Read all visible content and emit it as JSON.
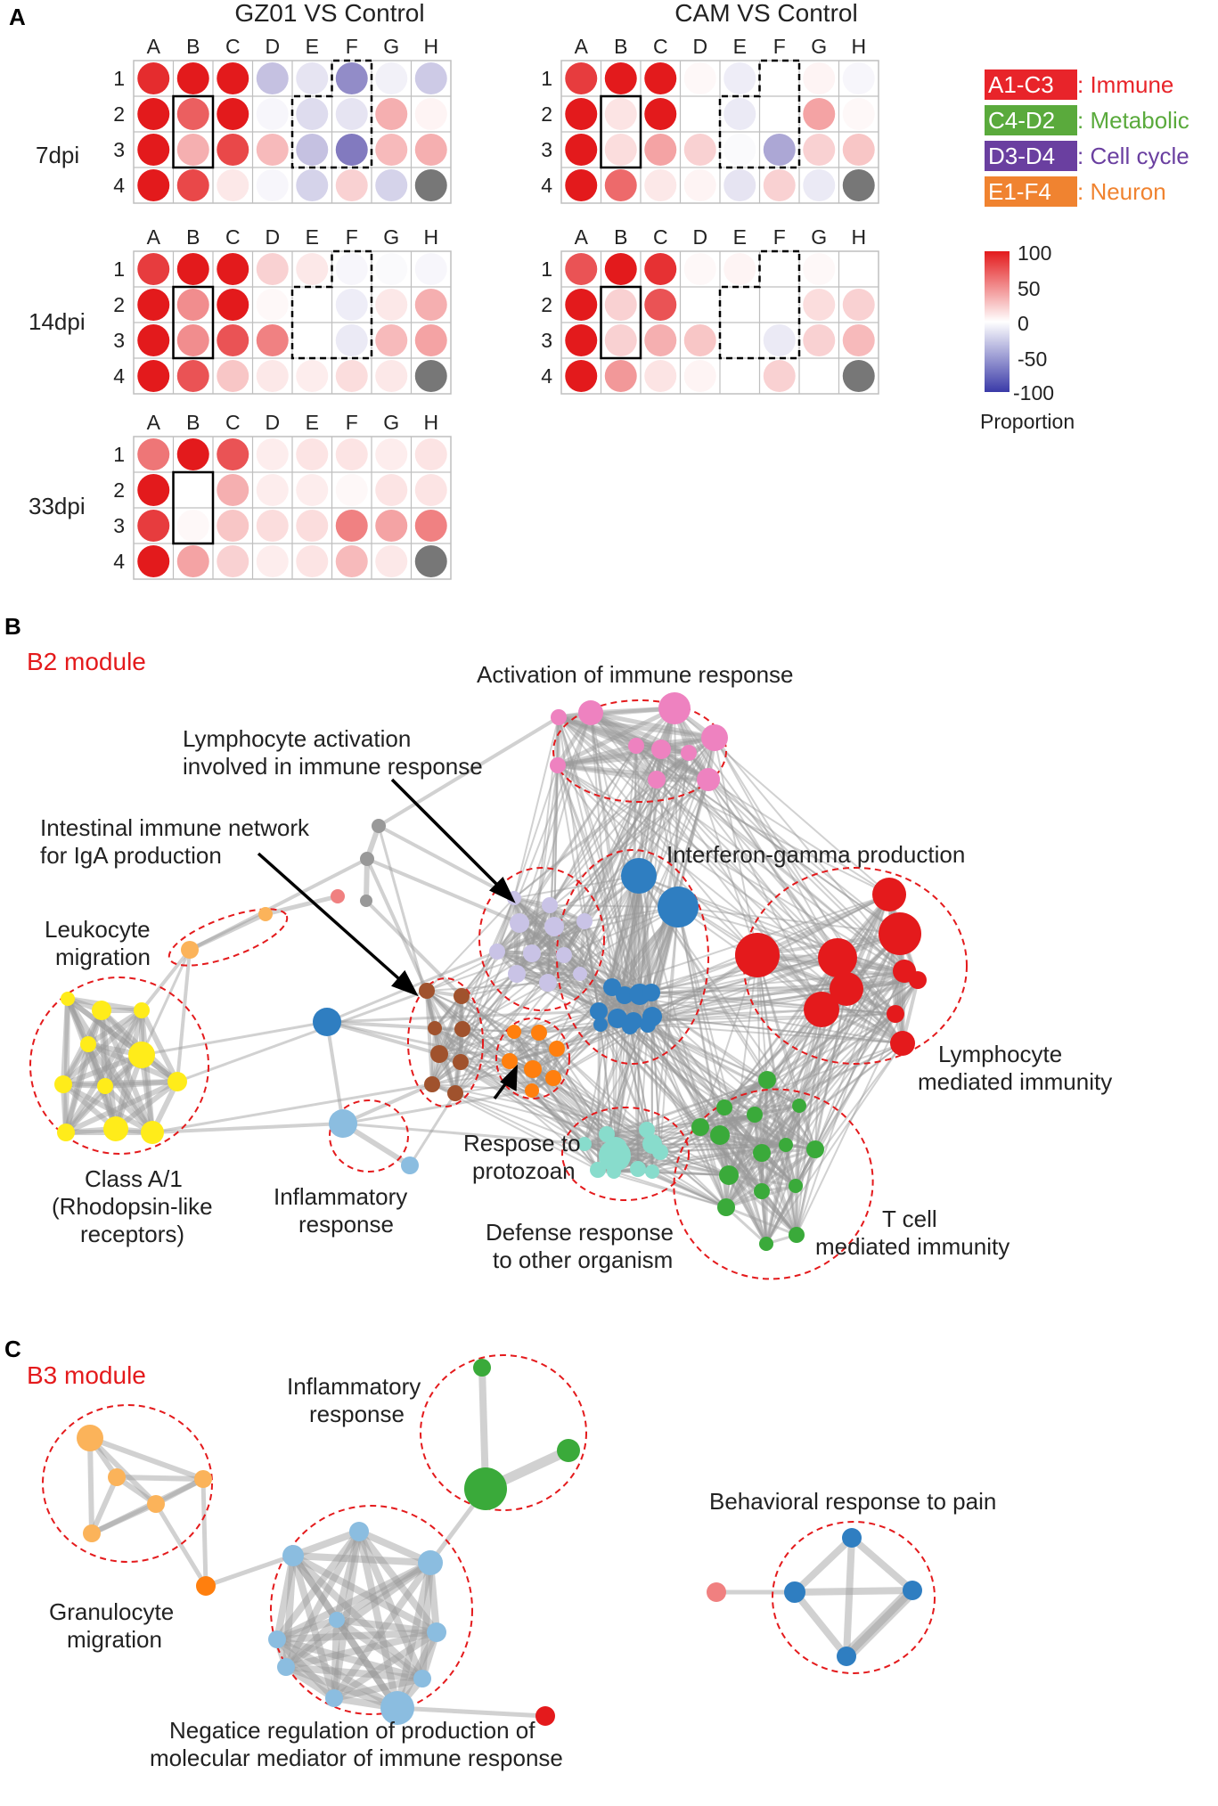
{
  "panels": {
    "a": "A",
    "b": "B",
    "c": "C"
  },
  "heatmap": {
    "gz_title": "GZ01 VS Control",
    "cam_title": "CAM VS Control",
    "columns": [
      "A",
      "B",
      "C",
      "D",
      "E",
      "F",
      "G",
      "H"
    ],
    "rows": [
      "1",
      "2",
      "3",
      "4"
    ],
    "times": [
      "7dpi",
      "14dpi",
      "33dpi"
    ],
    "colorbar": {
      "ticks": [
        "100",
        "50",
        "0",
        "-50",
        "-100"
      ],
      "title": "Proportion",
      "max_color": "#e31a1c",
      "zero_color": "#ffffff",
      "min_color": "#3a3aa8"
    },
    "legend": [
      {
        "label": "A1-C3",
        "text": ": Immune",
        "color": "#e8242a"
      },
      {
        "label": "C4-D2",
        "text": ": Metabolic",
        "color": "#5aaa3c"
      },
      {
        "label": "D3-D4",
        "text": ": Cell cycle",
        "color": "#6a3fa0"
      },
      {
        "label": "E1-F4",
        "text": ": Neuron",
        "color": "#f08330"
      }
    ],
    "missing_color": "#777777",
    "grids": [
      {
        "time": "7dpi",
        "comparison": "GZ01",
        "values": [
          [
            92,
            100,
            100,
            -35,
            -15,
            -65,
            -8,
            -30
          ],
          [
            100,
            70,
            100,
            -5,
            -20,
            -15,
            35,
            5
          ],
          [
            100,
            35,
            80,
            30,
            -35,
            -75,
            30,
            35
          ],
          [
            100,
            80,
            10,
            -5,
            -25,
            20,
            -25,
            null
          ]
        ]
      },
      {
        "time": "7dpi",
        "comparison": "CAM",
        "values": [
          [
            85,
            100,
            100,
            3,
            -10,
            0,
            5,
            -5
          ],
          [
            100,
            12,
            100,
            0,
            -12,
            0,
            40,
            3
          ],
          [
            100,
            15,
            40,
            20,
            -3,
            -50,
            20,
            25
          ],
          [
            100,
            65,
            10,
            5,
            -15,
            20,
            -12,
            null
          ]
        ]
      },
      {
        "time": "14dpi",
        "comparison": "GZ01",
        "values": [
          [
            85,
            100,
            100,
            20,
            10,
            -5,
            -3,
            -5
          ],
          [
            100,
            50,
            100,
            3,
            0,
            -10,
            10,
            35
          ],
          [
            100,
            50,
            75,
            55,
            0,
            -12,
            30,
            40
          ],
          [
            100,
            75,
            25,
            10,
            8,
            15,
            10,
            null
          ]
        ]
      },
      {
        "time": "14dpi",
        "comparison": "CAM",
        "values": [
          [
            75,
            100,
            90,
            3,
            5,
            0,
            3,
            0
          ],
          [
            100,
            20,
            75,
            0,
            0,
            0,
            15,
            20
          ],
          [
            100,
            20,
            35,
            25,
            0,
            -12,
            20,
            30
          ],
          [
            100,
            45,
            12,
            5,
            0,
            20,
            0,
            null
          ]
        ]
      },
      {
        "time": "33dpi",
        "comparison": "GZ01",
        "values": [
          [
            60,
            100,
            75,
            8,
            12,
            12,
            8,
            12
          ],
          [
            100,
            0,
            35,
            8,
            8,
            3,
            12,
            12
          ],
          [
            85,
            3,
            25,
            15,
            15,
            55,
            40,
            55
          ],
          [
            100,
            40,
            20,
            8,
            12,
            30,
            10,
            null
          ]
        ]
      }
    ]
  },
  "b2": {
    "module_title": "B2 module",
    "labels": [
      "Activation of immune response",
      "Lymphocyte activation",
      "involved in immune response",
      "Intestinal immune network",
      "for IgA production",
      "Interferon-gamma production",
      "Leukocyte",
      "migration",
      "Class A/1",
      "(Rhodopsin-like",
      "receptors)",
      "Inflammatory",
      "response",
      "Respose to",
      "protozoan",
      "Defense response",
      "to other organism",
      "Lymphocyte",
      "mediated immunity",
      "T cell",
      "mediated immunity"
    ]
  },
  "b3": {
    "module_title": "B3 module",
    "labels": [
      "Inflammatory",
      "response",
      "Granulocyte",
      "migration",
      "Behavioral response to pain",
      "Negatice regulation of production of",
      "molecular mediator of immune response"
    ]
  },
  "colors": {
    "cluster_outline": "#e41a1c",
    "edge": "#999999",
    "pink": "#ee82c0",
    "lavender": "#c9c3e6",
    "steel_blue": "#2f7ec1",
    "red": "#e41a1c",
    "brown": "#a0522d",
    "orange": "#ff7f0e",
    "yellow": "#ffec1a",
    "light_blue": "#8bbde0",
    "turquoise": "#88dccc",
    "green": "#3aaa3a",
    "light_orange": "#fbb35a",
    "salmon": "#f08080",
    "gray": "#999999"
  }
}
